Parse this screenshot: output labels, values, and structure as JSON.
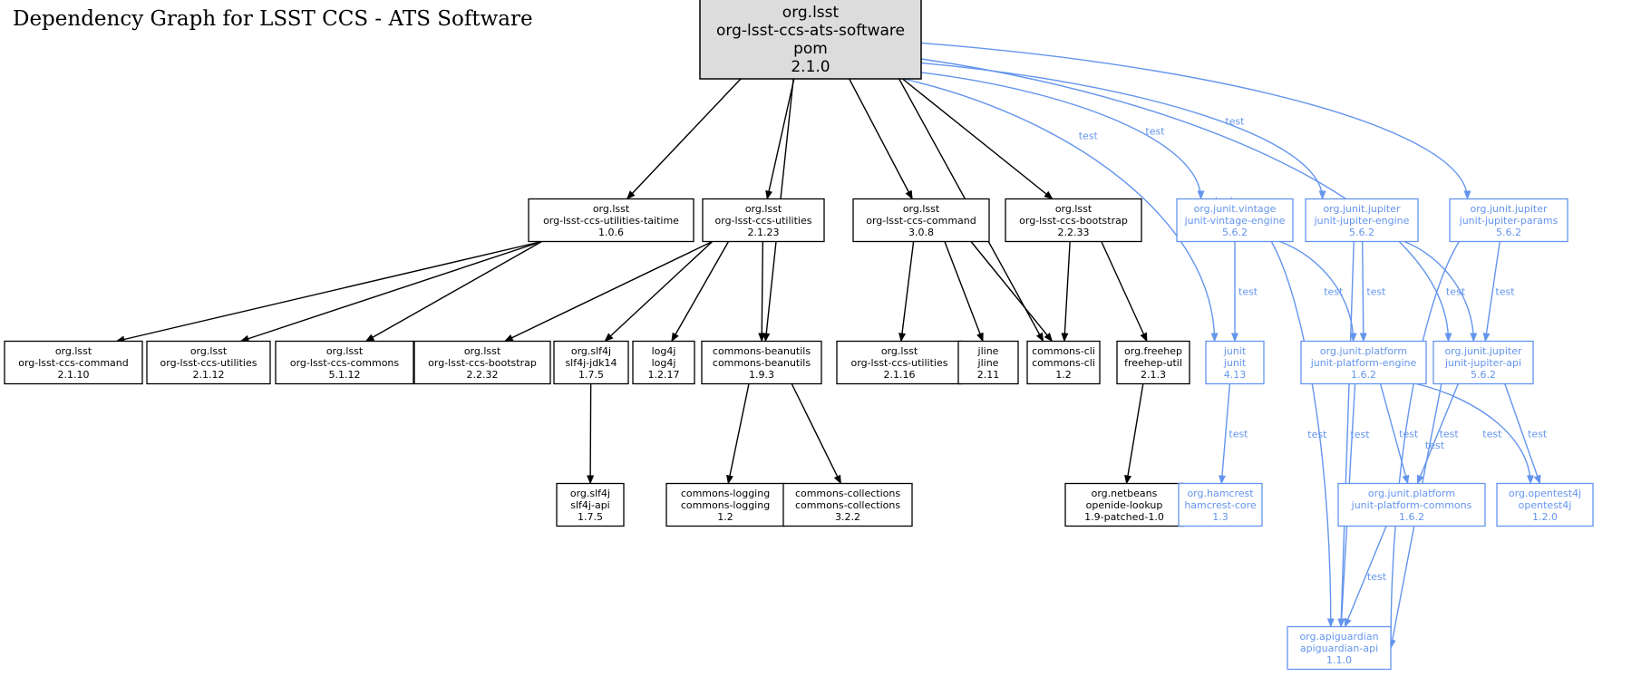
{
  "title": "Dependency Graph for LSST CCS - ATS Software",
  "colors": {
    "compile_stroke": "#000000",
    "compile_text": "#000000",
    "test_stroke": "#6495ed",
    "test_text": "#6495ed",
    "root_fill": "#dcdcdc",
    "node_fill": "#ffffff"
  },
  "edge_label_test": "test",
  "nodes": [
    {
      "id": "root",
      "lines": [
        "org.lsst",
        "org-lsst-ccs-ats-software",
        "pom",
        "2.1.0"
      ],
      "scope": "compile",
      "root": true
    },
    {
      "id": "taitime",
      "lines": [
        "org.lsst",
        "org-lsst-ccs-utilities-taitime",
        "1.0.6"
      ],
      "scope": "compile"
    },
    {
      "id": "util2123",
      "lines": [
        "org.lsst",
        "org-lsst-ccs-utilities",
        "2.1.23"
      ],
      "scope": "compile"
    },
    {
      "id": "cmd308",
      "lines": [
        "org.lsst",
        "org-lsst-ccs-command",
        "3.0.8"
      ],
      "scope": "compile"
    },
    {
      "id": "boot2233",
      "lines": [
        "org.lsst",
        "org-lsst-ccs-bootstrap",
        "2.2.33"
      ],
      "scope": "compile"
    },
    {
      "id": "vintage",
      "lines": [
        "org.junit.vintage",
        "junit-vintage-engine",
        "5.6.2"
      ],
      "scope": "test"
    },
    {
      "id": "jupengine",
      "lines": [
        "org.junit.jupiter",
        "junit-jupiter-engine",
        "5.6.2"
      ],
      "scope": "test"
    },
    {
      "id": "jupparams",
      "lines": [
        "org.junit.jupiter",
        "junit-jupiter-params",
        "5.6.2"
      ],
      "scope": "test"
    },
    {
      "id": "cmd2110",
      "lines": [
        "org.lsst",
        "org-lsst-ccs-command",
        "2.1.10"
      ],
      "scope": "compile"
    },
    {
      "id": "util2112",
      "lines": [
        "org.lsst",
        "org-lsst-ccs-utilities",
        "2.1.12"
      ],
      "scope": "compile"
    },
    {
      "id": "commons5112",
      "lines": [
        "org.lsst",
        "org-lsst-ccs-commons",
        "5.1.12"
      ],
      "scope": "compile"
    },
    {
      "id": "boot2232",
      "lines": [
        "org.lsst",
        "org-lsst-ccs-bootstrap",
        "2.2.32"
      ],
      "scope": "compile"
    },
    {
      "id": "slf4jjdk",
      "lines": [
        "org.slf4j",
        "slf4j-jdk14",
        "1.7.5"
      ],
      "scope": "compile"
    },
    {
      "id": "log4j",
      "lines": [
        "log4j",
        "log4j",
        "1.2.17"
      ],
      "scope": "compile"
    },
    {
      "id": "beanutils",
      "lines": [
        "commons-beanutils",
        "commons-beanutils",
        "1.9.3"
      ],
      "scope": "compile"
    },
    {
      "id": "util2116",
      "lines": [
        "org.lsst",
        "org-lsst-ccs-utilities",
        "2.1.16"
      ],
      "scope": "compile"
    },
    {
      "id": "jline",
      "lines": [
        "jline",
        "jline",
        "2.11"
      ],
      "scope": "compile"
    },
    {
      "id": "cli",
      "lines": [
        "commons-cli",
        "commons-cli",
        "1.2"
      ],
      "scope": "compile"
    },
    {
      "id": "freehep",
      "lines": [
        "org.freehep",
        "freehep-util",
        "2.1.3"
      ],
      "scope": "compile"
    },
    {
      "id": "junit",
      "lines": [
        "junit",
        "junit",
        "4.13"
      ],
      "scope": "test"
    },
    {
      "id": "platengine",
      "lines": [
        "org.junit.platform",
        "junit-platform-engine",
        "1.6.2"
      ],
      "scope": "test"
    },
    {
      "id": "jupapi",
      "lines": [
        "org.junit.jupiter",
        "junit-jupiter-api",
        "5.6.2"
      ],
      "scope": "test"
    },
    {
      "id": "slf4japi",
      "lines": [
        "org.slf4j",
        "slf4j-api",
        "1.7.5"
      ],
      "scope": "compile"
    },
    {
      "id": "logging",
      "lines": [
        "commons-logging",
        "commons-logging",
        "1.2"
      ],
      "scope": "compile"
    },
    {
      "id": "collections",
      "lines": [
        "commons-collections",
        "commons-collections",
        "3.2.2"
      ],
      "scope": "compile"
    },
    {
      "id": "openide",
      "lines": [
        "org.netbeans",
        "openide-lookup",
        "1.9-patched-1.0"
      ],
      "scope": "compile"
    },
    {
      "id": "hamcrest",
      "lines": [
        "org.hamcrest",
        "hamcrest-core",
        "1.3"
      ],
      "scope": "test"
    },
    {
      "id": "platcommons",
      "lines": [
        "org.junit.platform",
        "junit-platform-commons",
        "1.6.2"
      ],
      "scope": "test"
    },
    {
      "id": "opentest4j",
      "lines": [
        "org.opentest4j",
        "opentest4j",
        "1.2.0"
      ],
      "scope": "test"
    },
    {
      "id": "apiguardian",
      "lines": [
        "org.apiguardian",
        "apiguardian-api",
        "1.1.0"
      ],
      "scope": "test"
    }
  ],
  "edges": [
    {
      "from": "root",
      "to": "taitime",
      "scope": "compile"
    },
    {
      "from": "root",
      "to": "util2123",
      "scope": "compile"
    },
    {
      "from": "root",
      "to": "beanutils",
      "scope": "compile"
    },
    {
      "from": "root",
      "to": "cmd308",
      "scope": "compile"
    },
    {
      "from": "root",
      "to": "cli",
      "scope": "compile"
    },
    {
      "from": "root",
      "to": "boot2233",
      "scope": "compile"
    },
    {
      "from": "root",
      "to": "junit",
      "scope": "test"
    },
    {
      "from": "root",
      "to": "vintage",
      "scope": "test"
    },
    {
      "from": "root",
      "to": "jupengine",
      "scope": "test"
    },
    {
      "from": "root",
      "to": "jupapi",
      "scope": "test"
    },
    {
      "from": "root",
      "to": "jupparams",
      "scope": "test"
    },
    {
      "from": "taitime",
      "to": "cmd2110",
      "scope": "compile"
    },
    {
      "from": "taitime",
      "to": "util2112",
      "scope": "compile"
    },
    {
      "from": "taitime",
      "to": "commons5112",
      "scope": "compile"
    },
    {
      "from": "util2123",
      "to": "boot2232",
      "scope": "compile"
    },
    {
      "from": "util2123",
      "to": "slf4jjdk",
      "scope": "compile"
    },
    {
      "from": "util2123",
      "to": "log4j",
      "scope": "compile"
    },
    {
      "from": "util2123",
      "to": "beanutils",
      "scope": "compile"
    },
    {
      "from": "cmd308",
      "to": "util2116",
      "scope": "compile"
    },
    {
      "from": "cmd308",
      "to": "jline",
      "scope": "compile"
    },
    {
      "from": "cmd308",
      "to": "cli",
      "scope": "compile"
    },
    {
      "from": "boot2233",
      "to": "cli",
      "scope": "compile"
    },
    {
      "from": "boot2233",
      "to": "freehep",
      "scope": "compile"
    },
    {
      "from": "slf4jjdk",
      "to": "slf4japi",
      "scope": "compile"
    },
    {
      "from": "beanutils",
      "to": "logging",
      "scope": "compile"
    },
    {
      "from": "beanutils",
      "to": "collections",
      "scope": "compile"
    },
    {
      "from": "freehep",
      "to": "openide",
      "scope": "compile"
    },
    {
      "from": "vintage",
      "to": "junit",
      "scope": "test"
    },
    {
      "from": "vintage",
      "to": "platengine",
      "scope": "test"
    },
    {
      "from": "vintage",
      "to": "apiguardian",
      "scope": "test"
    },
    {
      "from": "jupengine",
      "to": "platengine",
      "scope": "test"
    },
    {
      "from": "jupengine",
      "to": "jupapi",
      "scope": "test"
    },
    {
      "from": "jupengine",
      "to": "apiguardian",
      "scope": "test"
    },
    {
      "from": "jupparams",
      "to": "jupapi",
      "scope": "test"
    },
    {
      "from": "jupparams",
      "to": "apiguardian",
      "scope": "test"
    },
    {
      "from": "junit",
      "to": "hamcrest",
      "scope": "test"
    },
    {
      "from": "platengine",
      "to": "platcommons",
      "scope": "test"
    },
    {
      "from": "platengine",
      "to": "opentest4j",
      "scope": "test"
    },
    {
      "from": "platengine",
      "to": "apiguardian",
      "scope": "test"
    },
    {
      "from": "jupapi",
      "to": "platcommons",
      "scope": "test"
    },
    {
      "from": "jupapi",
      "to": "opentest4j",
      "scope": "test"
    },
    {
      "from": "jupapi",
      "to": "apiguardian",
      "scope": "test"
    },
    {
      "from": "platcommons",
      "to": "apiguardian",
      "scope": "test"
    }
  ]
}
